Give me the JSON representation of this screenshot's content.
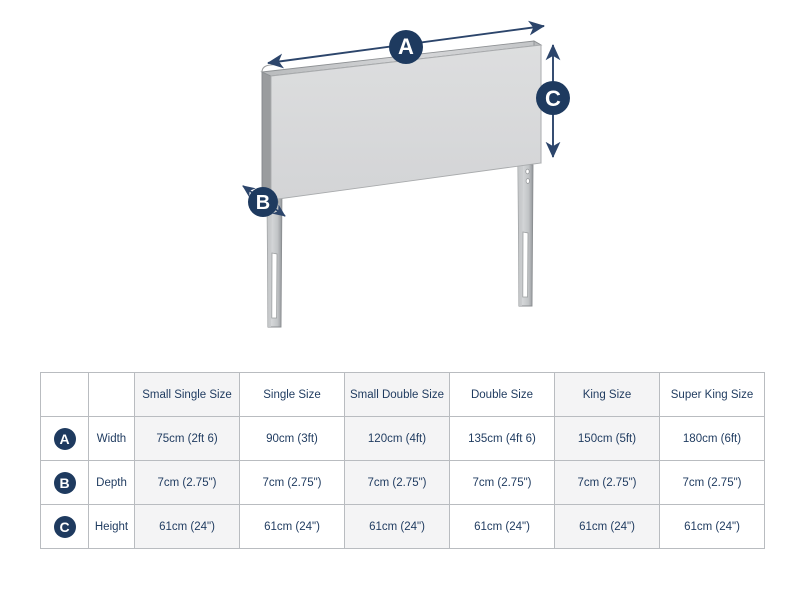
{
  "colors": {
    "navy": "#1e3a5f",
    "panel_face": "#d9dadb",
    "panel_top": "#eceded",
    "panel_side": "#9a9c9e",
    "leg_light": "#d2d4d6",
    "leg_mid": "#b6b9bb",
    "leg_dark": "#8f9294",
    "grid_line": "#b9bcc0",
    "row_shade": "#f4f4f5",
    "page_bg": "#ffffff"
  },
  "diagram": {
    "name": "headboard-dimension-diagram",
    "markers": [
      {
        "id": "A",
        "label": "A",
        "measures": "Width",
        "arrow": "horizontal-double-arrow"
      },
      {
        "id": "B",
        "label": "B",
        "measures": "Depth",
        "arrow": "diagonal-double-arrow"
      },
      {
        "id": "C",
        "label": "C",
        "measures": "Height",
        "arrow": "vertical-double-arrow"
      }
    ],
    "parts": {
      "panel": "headboard-panel",
      "left_leg": "headboard-left-leg",
      "right_leg": "headboard-right-leg",
      "fixing_holes": "leg-fixing-holes",
      "adjustment_slot": "leg-adjustment-slot"
    }
  },
  "table": {
    "name": "headboard-size-table",
    "corner_blank": "",
    "columns": [
      "Small Single Size",
      "Single Size",
      "Small Double Size",
      "Double Size",
      "King Size",
      "Super King Size"
    ],
    "rows": [
      {
        "badge": "A",
        "label": "Width",
        "values": [
          "75cm (2ft 6)",
          "90cm (3ft)",
          "120cm (4ft)",
          "135cm (4ft 6)",
          "150cm (5ft)",
          "180cm (6ft)"
        ]
      },
      {
        "badge": "B",
        "label": "Depth",
        "values": [
          "7cm (2.75\")",
          "7cm (2.75\")",
          "7cm (2.75\")",
          "7cm (2.75\")",
          "7cm (2.75\")",
          "7cm (2.75\")"
        ]
      },
      {
        "badge": "C",
        "label": "Height",
        "values": [
          "61cm (24\")",
          "61cm (24\")",
          "61cm (24\")",
          "61cm (24\")",
          "61cm (24\")",
          "61cm (24\")"
        ]
      }
    ]
  }
}
